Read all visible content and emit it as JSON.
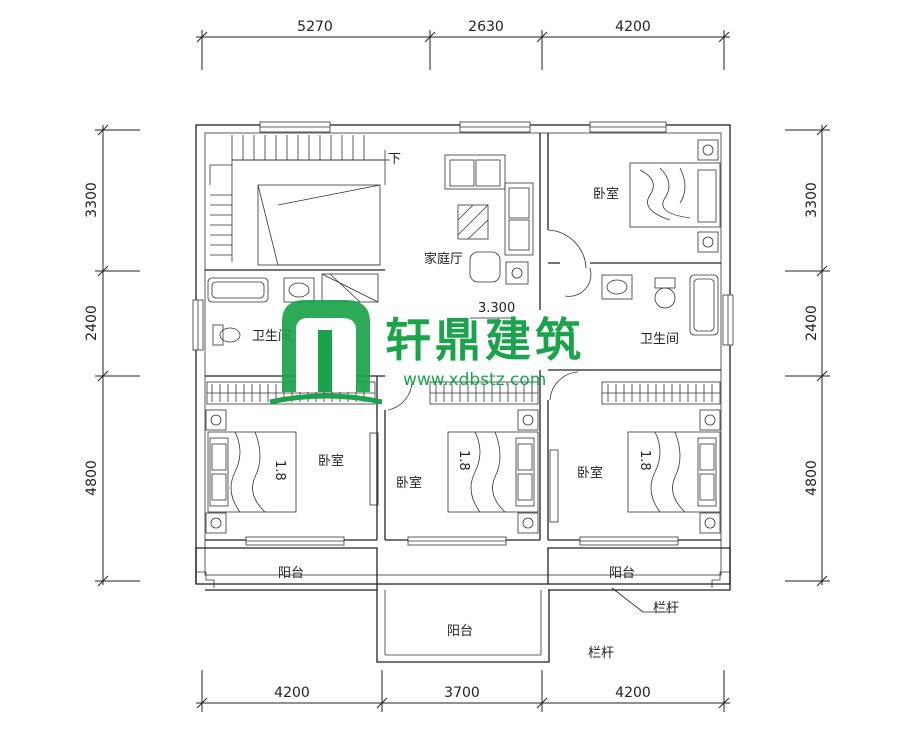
{
  "dimensions": {
    "top": [
      "5270",
      "2630",
      "4200"
    ],
    "bottom": [
      "4200",
      "3700",
      "4200"
    ],
    "left": [
      "3300",
      "2400",
      "4800"
    ],
    "right": [
      "3300",
      "2400",
      "4800"
    ]
  },
  "rooms": {
    "family_room": "家庭厅",
    "level": "3.300",
    "stair_down": "下",
    "bedroom_ne": "卧室",
    "bath_w": "卫生间",
    "bath_e": "卫生间",
    "bedroom_sw": "卧室",
    "bedroom_s": "卧室",
    "bedroom_se": "卧室",
    "balcony_w": "阳台",
    "balcony_e": "阳台",
    "balcony_s": "阳台",
    "railing_1": "栏杆",
    "railing_2": "栏杆",
    "bed_mark": "1.8"
  },
  "watermark": {
    "brand": "轩鼎建筑",
    "url": "www.xdbstz.com"
  },
  "colors": {
    "line": "#222222",
    "watermark": "#1aa34a"
  }
}
